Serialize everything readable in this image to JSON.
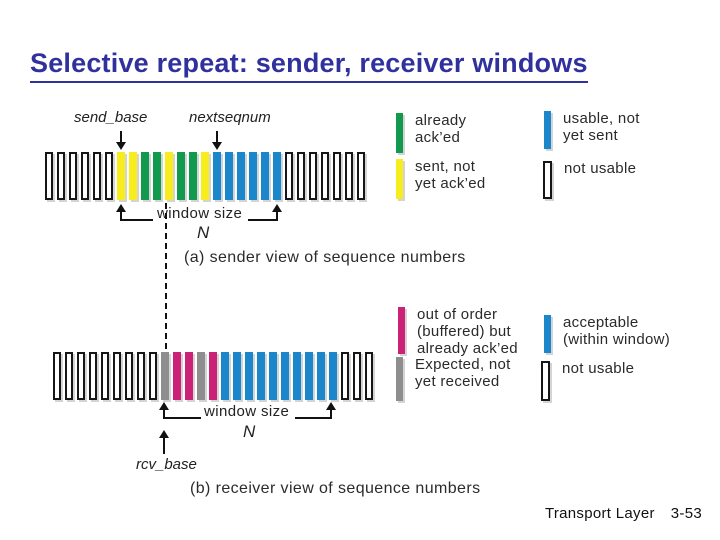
{
  "title": "Selective repeat: sender, receiver windows",
  "footer": {
    "label": "Transport Layer",
    "page": "3-53"
  },
  "colors": {
    "title": "#31319e",
    "acked": "#119a4e",
    "sent": "#f6ec1e",
    "usable": "#1b86ca",
    "acceptable": "#1b86ca",
    "buffered": "#cb2176",
    "expected": "#8e8e8e",
    "notusable": "#ffffff"
  },
  "sender": {
    "send_base_label": "send_base",
    "nextseqnum_label": "nextseqnum",
    "window_size_label": "window size",
    "window_n_label": "N",
    "caption": "(a) sender view of sequence numbers",
    "bars": [
      "notusable",
      "notusable",
      "notusable",
      "notusable",
      "notusable",
      "notusable",
      "sent",
      "sent",
      "acked",
      "acked",
      "sent",
      "acked",
      "acked",
      "sent",
      "usable",
      "usable",
      "usable",
      "usable",
      "usable",
      "usable",
      "notusable",
      "notusable",
      "notusable",
      "notusable",
      "notusable",
      "notusable",
      "notusable"
    ]
  },
  "receiver": {
    "rcv_base_label": "rcv_base",
    "window_size_label": "window size",
    "window_n_label": "N",
    "caption": "(b) receiver view of sequence numbers",
    "bars": [
      "notusable",
      "notusable",
      "notusable",
      "notusable",
      "notusable",
      "notusable",
      "notusable",
      "notusable",
      "notusable",
      "expected",
      "buffered",
      "buffered",
      "expected",
      "buffered",
      "acceptable",
      "acceptable",
      "acceptable",
      "acceptable",
      "acceptable",
      "acceptable",
      "acceptable",
      "acceptable",
      "acceptable",
      "acceptable",
      "notusable",
      "notusable",
      "notusable"
    ]
  },
  "sender_legend": [
    {
      "state": "acked",
      "lines": [
        "already",
        "ack’ed"
      ]
    },
    {
      "state": "usable",
      "lines": [
        "usable, not",
        "yet sent"
      ]
    },
    {
      "state": "sent",
      "lines": [
        "sent, not",
        "yet ack’ed"
      ]
    },
    {
      "state": "notusable",
      "lines": [
        "not usable"
      ]
    }
  ],
  "receiver_legend": [
    {
      "state": "buffered",
      "lines": [
        "out of order",
        "(buffered) but",
        "already ack’ed"
      ]
    },
    {
      "state": "acceptable",
      "lines": [
        "acceptable",
        "(within window)"
      ]
    },
    {
      "state": "expected",
      "lines": [
        "Expected, not",
        "yet received"
      ]
    },
    {
      "state": "notusable",
      "lines": [
        "not usable"
      ]
    }
  ]
}
